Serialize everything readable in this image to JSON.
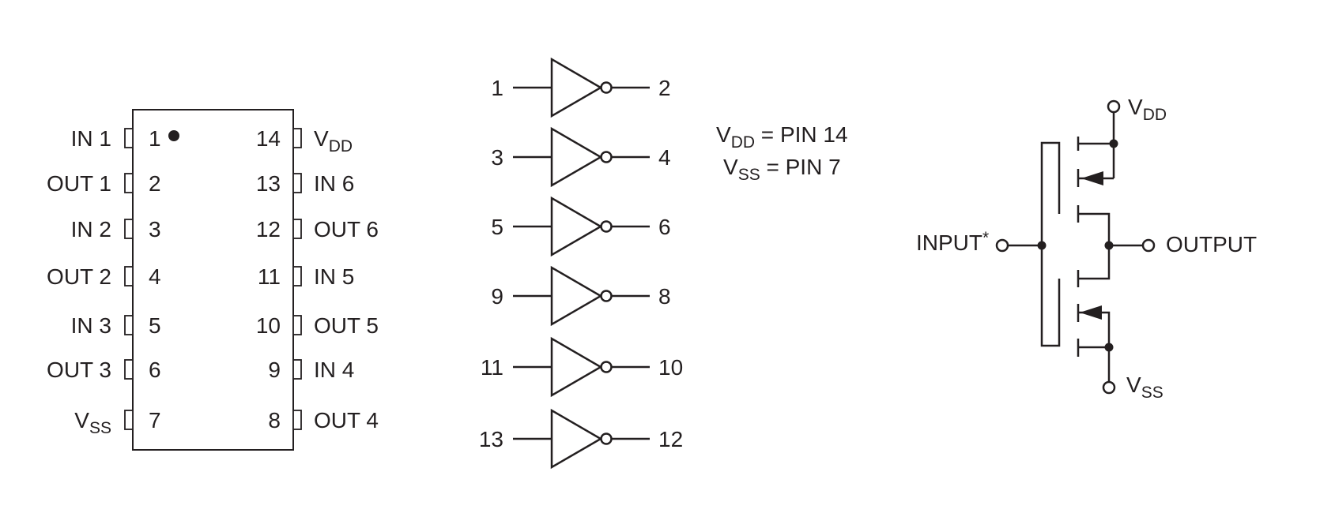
{
  "pinout": {
    "left_pins": [
      {
        "label": "IN 1",
        "num": "1"
      },
      {
        "label": "OUT 1",
        "num": "2"
      },
      {
        "label": "IN 2",
        "num": "3"
      },
      {
        "label": "OUT 2",
        "num": "4"
      },
      {
        "label": "IN 3",
        "num": "5"
      },
      {
        "label": "OUT 3",
        "num": "6"
      },
      {
        "label": "V",
        "label_sub": "SS",
        "num": "7"
      }
    ],
    "right_pins": [
      {
        "label": "V",
        "label_sub": "DD",
        "num": "14"
      },
      {
        "label": "IN 6",
        "num": "13"
      },
      {
        "label": "OUT 6",
        "num": "12"
      },
      {
        "label": "IN 5",
        "num": "11"
      },
      {
        "label": "OUT 5",
        "num": "10"
      },
      {
        "label": "IN 4",
        "num": "9"
      },
      {
        "label": "OUT 4",
        "num": "8"
      }
    ]
  },
  "logic": {
    "gates": [
      {
        "input": "1",
        "output": "2"
      },
      {
        "input": "3",
        "output": "4"
      },
      {
        "input": "5",
        "output": "6"
      },
      {
        "input": "9",
        "output": "8"
      },
      {
        "input": "11",
        "output": "10"
      },
      {
        "input": "13",
        "output": "12"
      }
    ],
    "note_vdd": {
      "v": "V",
      "sub": "DD",
      "rest": " = PIN 14"
    },
    "note_vss": {
      "v": "V",
      "sub": "SS",
      "rest": " = PIN 7"
    }
  },
  "schematic": {
    "vdd": {
      "v": "V",
      "sub": "DD"
    },
    "vss": {
      "v": "V",
      "sub": "SS"
    },
    "input_label": "INPUT",
    "input_mark": "*",
    "output_label": "OUTPUT"
  }
}
